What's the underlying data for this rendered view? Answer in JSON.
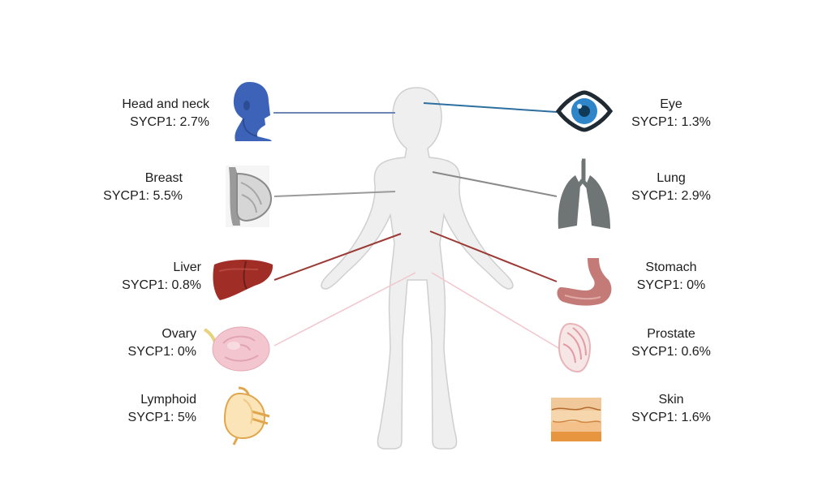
{
  "organs": [
    {
      "name": "Head and neck",
      "stat": "SYCP1: 2.7%",
      "icon": "head-neck-icon",
      "color": "#3d63b8"
    },
    {
      "name": "Breast",
      "stat": "SYCP1: 5.5%",
      "icon": "breast-icon",
      "color": "#8e8e8e"
    },
    {
      "name": "Liver",
      "stat": "SYCP1: 0.8%",
      "icon": "liver-icon",
      "color": "#8f2a24"
    },
    {
      "name": "Ovary",
      "stat": "SYCP1: 0%",
      "icon": "ovary-icon",
      "color": "#f0c6cf"
    },
    {
      "name": "Lymphoid",
      "stat": "SYCP1: 5%",
      "icon": "lymph-node-icon",
      "color": "#f3d7a2"
    },
    {
      "name": "Eye",
      "stat": "SYCP1: 1.3%",
      "icon": "eye-icon",
      "color": "#2e86c8"
    },
    {
      "name": "Lung",
      "stat": "SYCP1: 2.9%",
      "icon": "lung-icon",
      "color": "#6f7475"
    },
    {
      "name": "Stomach",
      "stat": "SYCP1: 0%",
      "icon": "stomach-icon",
      "color": "#c47b78"
    },
    {
      "name": "Prostate",
      "stat": "SYCP1: 0.6%",
      "icon": "prostate-icon",
      "color": "#efc1c4"
    },
    {
      "name": "Skin",
      "stat": "SYCP1: 1.6%",
      "icon": "skin-layers-icon",
      "color": "#e7963f"
    }
  ]
}
